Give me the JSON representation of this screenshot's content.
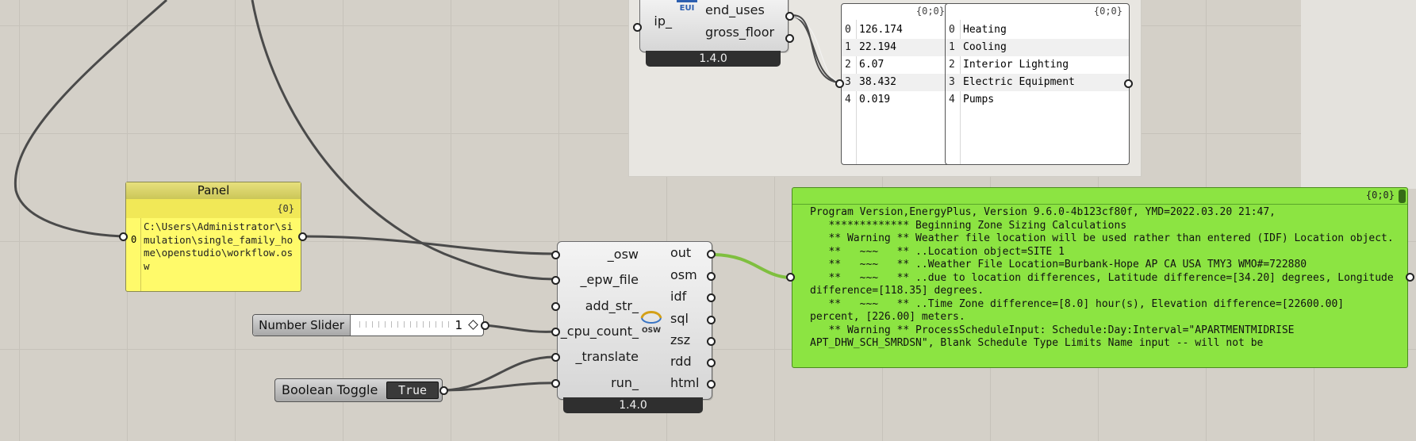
{
  "eui_component": {
    "inputs": [
      "ip_"
    ],
    "outputs": [
      "end_uses",
      "gross_floor"
    ],
    "icon_label": "EUI",
    "version": "1.4.0"
  },
  "values_panel": {
    "path": "{0;0}",
    "rows": [
      {
        "i": "0",
        "v": "126.174"
      },
      {
        "i": "1",
        "v": "22.194"
      },
      {
        "i": "2",
        "v": "6.07"
      },
      {
        "i": "3",
        "v": "38.432"
      },
      {
        "i": "4",
        "v": "0.019"
      }
    ]
  },
  "names_panel": {
    "path": "{0;0}",
    "rows": [
      {
        "i": "0",
        "v": "Heating"
      },
      {
        "i": "1",
        "v": "Cooling"
      },
      {
        "i": "2",
        "v": "Interior Lighting"
      },
      {
        "i": "3",
        "v": "Electric Equipment"
      },
      {
        "i": "4",
        "v": "Pumps"
      }
    ]
  },
  "path_panel": {
    "title": "Panel",
    "path": "{0}",
    "index": "0",
    "text": "C:\\Users\\Administrator\\simulation\\single_family_home\\openstudio\\workflow.osw"
  },
  "osw_component": {
    "inputs": [
      "_osw",
      "_epw_file",
      "add_str_",
      "_cpu_count_",
      "_translate",
      "run_"
    ],
    "outputs": [
      "out",
      "osm",
      "idf",
      "sql",
      "zsz",
      "rdd",
      "html"
    ],
    "icon_label": "OSW",
    "version": "1.4.0"
  },
  "number_slider": {
    "label": "Number Slider",
    "value": "1"
  },
  "boolean_toggle": {
    "label": "Boolean Toggle",
    "value": "True"
  },
  "output_panel": {
    "path": "{0;0}",
    "text": "Program Version,EnergyPlus, Version 9.6.0-4b123cf80f, YMD=2022.03.20 21:47,\n   ************* Beginning Zone Sizing Calculations\n   ** Warning ** Weather file location will be used rather than entered (IDF) Location object.\n   **   ~~~   ** ..Location object=SITE 1\n   **   ~~~   ** ..Weather File Location=Burbank-Hope AP CA USA TMY3 WMO#=722880\n   **   ~~~   ** ..due to location differences, Latitude difference=[34.20] degrees, Longitude difference=[118.35] degrees.\n   **   ~~~   ** ..Time Zone difference=[8.0] hour(s), Elevation difference=[22600.00] percent, [226.00] meters.\n   ** Warning ** ProcessScheduleInput: Schedule:Day:Interval=\"APARTMENTMIDRISE APT_DHW_SCH_SMRDSN\", Blank Schedule Type Limits Name input -- will not be"
  },
  "colors": {
    "canvas": "#d4d0c8",
    "panel_yellow": "#fffa6a",
    "panel_green": "#8ce442",
    "wire": "#4a4a4a",
    "wire_selected": "#7fbf3f"
  }
}
